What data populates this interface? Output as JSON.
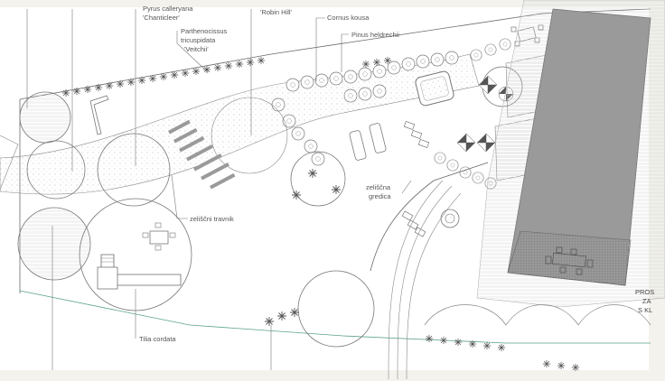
{
  "plant_labels": {
    "pyrus_calleryana": "Pyrus calleryana",
    "chanticleer": "'Chanticleer'",
    "robin_hill": "'Robin Hill'",
    "cornus_kousa": "Cornus kousa",
    "parthenocissus_1": "Parthenocissus",
    "parthenocissus_2": "tricuspidata",
    "parthenocissus_3": "'Veitchii'",
    "pinus_heldrechii": "Pinus  heldrechii",
    "zeliscni_travnik": "zeliščni travnik",
    "zeliscna_1": "zeliščna",
    "zeliscna_2": "gredica",
    "tilia_cordata": "Tilia cordata"
  },
  "edge_text": {
    "line1": "PROS",
    "line2": "ZA",
    "line3": "S KL"
  },
  "colors": {
    "background": "#f3f2ec",
    "plan_paper": "#ffffff",
    "pool_gray": "#9a9a9a",
    "pool_dark": "#7e7e7e",
    "line": "#6a6a6a",
    "green_edge": "#5aa38a"
  }
}
